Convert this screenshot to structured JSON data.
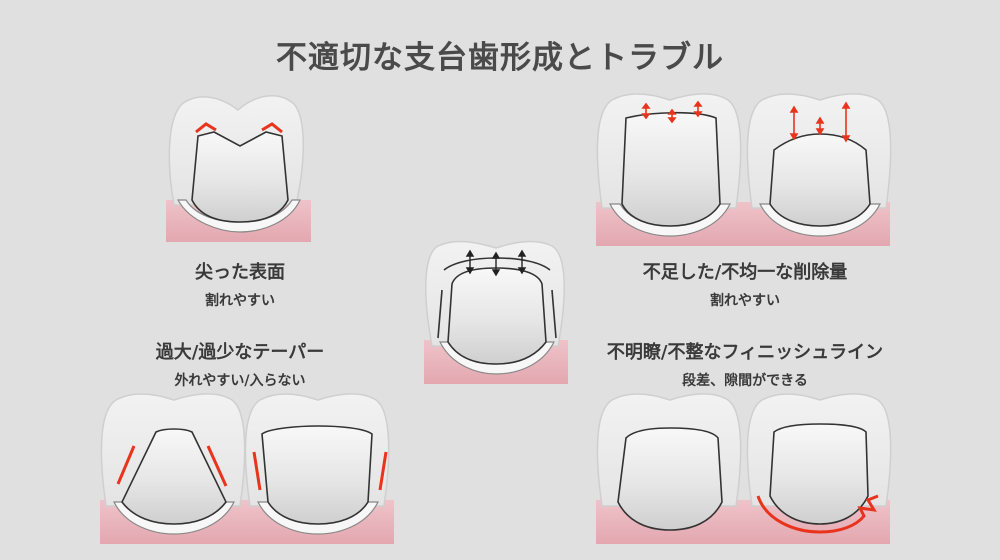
{
  "title": "不適切な支台歯形成とトラブル",
  "captions": [
    {
      "main": "尖った表面",
      "sub": "割れやすい"
    },
    {
      "main": "不足した/不均一な削除量",
      "sub": "割れやすい"
    },
    {
      "main": "過大/過少なテーパー",
      "sub": "外れやすい/入らない"
    },
    {
      "main": "不明瞭/不整なフィニッシュライン",
      "sub": "段差、隙間ができる"
    }
  ],
  "colors": {
    "background": "#e0e0e0",
    "gum": "#e8b4bc",
    "tooth_outline": "#d2d2d2",
    "abutment_fill": "#e4e4e4",
    "problem_red": "#e8341c",
    "arrow_dark": "#222222"
  }
}
